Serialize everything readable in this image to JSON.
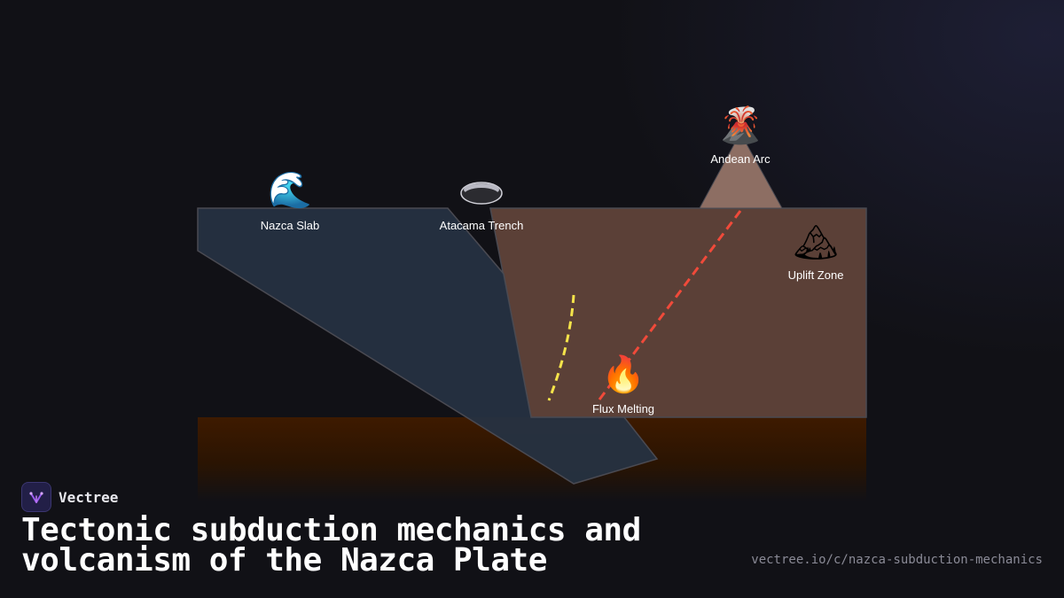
{
  "diagram": {
    "nodes": [
      {
        "id": "nazca-slab",
        "label": "Nazca Slab",
        "icon": "wave-icon",
        "glyph": "🌊"
      },
      {
        "id": "atacama-trench",
        "label": "Atacama Trench",
        "icon": "hole-icon",
        "glyph": "🕳"
      },
      {
        "id": "andean-arc",
        "label": "Andean Arc",
        "icon": "volcano-icon",
        "glyph": "🌋"
      },
      {
        "id": "uplift-zone",
        "label": "Uplift Zone",
        "icon": "snow-mountain-icon",
        "glyph": "🏔"
      },
      {
        "id": "flux-melting",
        "label": "Flux Melting",
        "icon": "fire-icon",
        "glyph": "🔥"
      }
    ],
    "colors": {
      "oceanic_plate": "#263241",
      "continental_plate": "#5b4037",
      "volcano_cone": "#8d6e63",
      "mantle_top": "#3e1a00",
      "magma_path": "#f04a3a",
      "dehydration_path": "#f5e44a"
    }
  },
  "brand": {
    "name": "Vectree",
    "icon": "vectree-logo-icon"
  },
  "title": "Tectonic subduction mechanics and volcanism of the Nazca Plate",
  "url": "vectree.io/c/nazca-subduction-mechanics"
}
